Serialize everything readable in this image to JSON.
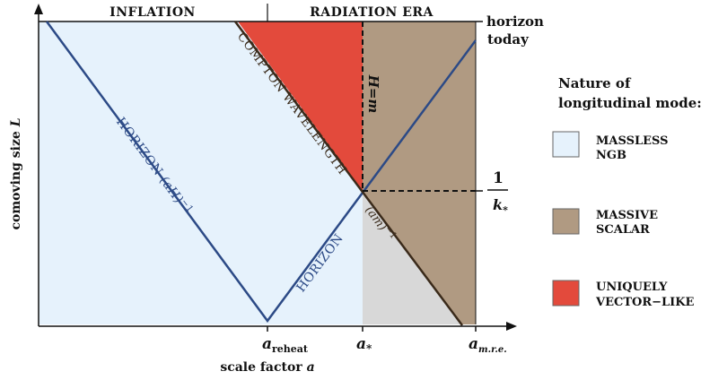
{
  "header": {
    "left": "INFLATION",
    "right": "RADIATION ERA"
  },
  "right_labels": {
    "horizon_line1": "horizon",
    "horizon_line2": "today",
    "inv_k_num": "1",
    "inv_k_den": "k",
    "inv_k_sub": "*"
  },
  "axes": {
    "ylabel": "comoving size",
    "ylabel_var": "L",
    "xlabel": "scale factor",
    "xlabel_var": "a",
    "ticks": [
      {
        "main": "a",
        "sub": "reheat"
      },
      {
        "main": "a",
        "sub": "*"
      },
      {
        "main": "a",
        "sub": "m.r.e."
      }
    ]
  },
  "curves": {
    "horizon_inflation": "HORIZON",
    "horizon_inflation_expr": "(aH)",
    "horizon_inflation_exp": "−1",
    "horizon_radiation": "HORIZON",
    "compton": "COMPTON WAVELENGTH",
    "compton_expr": "(am)",
    "compton_exp": "−1",
    "hm": "H=m"
  },
  "legend": {
    "title_line1": "Nature of",
    "title_line2": "longitudinal mode:",
    "items": [
      {
        "line1": "MASSLESS",
        "line2": "NGB",
        "color": "#e6f2fc"
      },
      {
        "line1": "MASSIVE",
        "line2": "SCALAR",
        "color": "#b09a82"
      },
      {
        "line1": "UNIQUELY",
        "line2": "VECTOR−LIKE",
        "color": "#e34a3c"
      }
    ]
  },
  "colors": {
    "massless": "#e6f2fc",
    "massive": "#b09a82",
    "vector": "#e34a3c",
    "gray_region": "#d8d8d8",
    "horizon_line": "#2c4a86",
    "compton_line": "#3a2a1a"
  }
}
